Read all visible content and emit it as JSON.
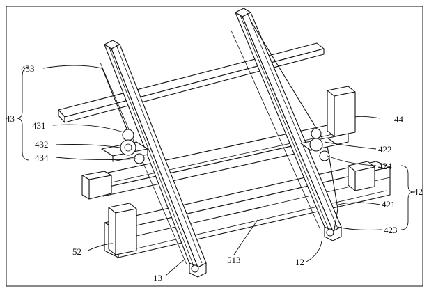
{
  "figure": {
    "labels": {
      "l433": "433",
      "l43": "43",
      "l431": "431",
      "l432": "432",
      "l434": "434",
      "l44": "44",
      "l422": "422",
      "l424": "424",
      "l42": "42",
      "l421": "421",
      "l423": "423",
      "l52": "52",
      "l513": "513",
      "l12": "12",
      "l13": "13"
    }
  }
}
